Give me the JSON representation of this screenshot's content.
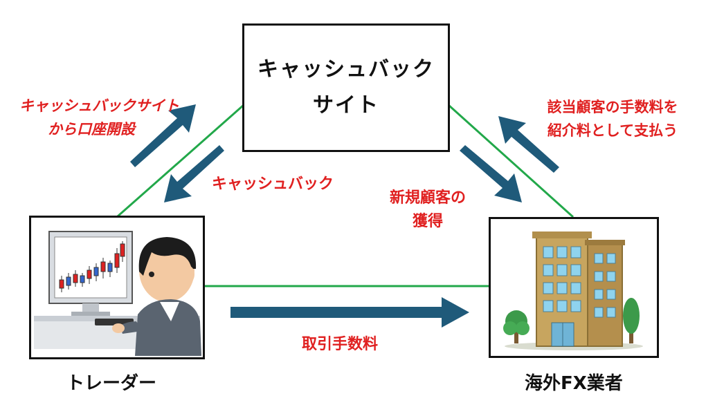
{
  "center_box": {
    "line1": "キャッシュバック",
    "line2": "サイト"
  },
  "labels": {
    "open_account_line1": "キャッシュバックサイト",
    "open_account_line2": "から口座開設",
    "cashback": "キャッシュバック",
    "new_customer_line1": "新規顧客の",
    "new_customer_line2": "獲得",
    "referral_fee_line1": "該当顧客の手数料を",
    "referral_fee_line2": "紹介料として支払う",
    "trading_fee": "取引手数料"
  },
  "captions": {
    "trader": "トレーダー",
    "broker": "海外FX業者"
  },
  "icons": {
    "trader": "trader-at-computer-illustration",
    "broker": "office-building-illustration"
  },
  "colors": {
    "arrow": "#1f5a7a",
    "connector_line": "#22a84a",
    "label_red": "#e02020",
    "box_border": "#111111"
  }
}
